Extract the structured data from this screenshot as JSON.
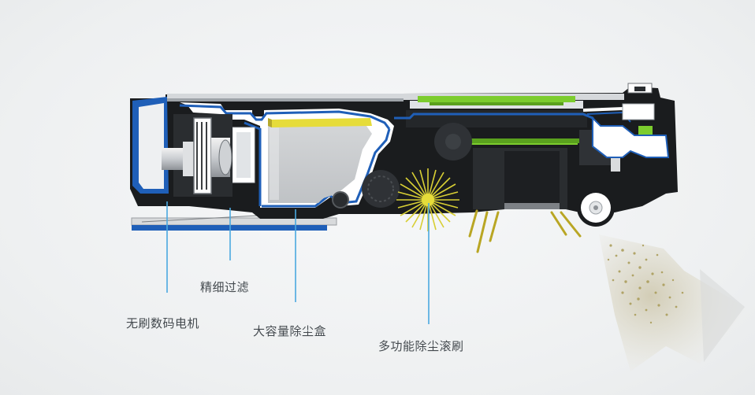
{
  "callouts": {
    "motor": "无刷数码电机",
    "filter": "精细过滤",
    "dustbox": "大容量除尘盒",
    "brush": "多功能除尘滚刷"
  },
  "colors": {
    "background": "#f2f3f4",
    "shell_blue": "#1f5fb8",
    "leader_line": "#4aa8e0",
    "brush_yellow": "#e6dc3a",
    "board_green": "#7ccc2e",
    "dust": "#a89a55",
    "frame_dark": "#1a1c1e",
    "panel_white": "#ffffff",
    "label_text": "#444a4f"
  },
  "icons": [
    "motor-fan-icon",
    "roller-brush-icon",
    "rear-wheel-icon",
    "dust-plume-icon"
  ]
}
